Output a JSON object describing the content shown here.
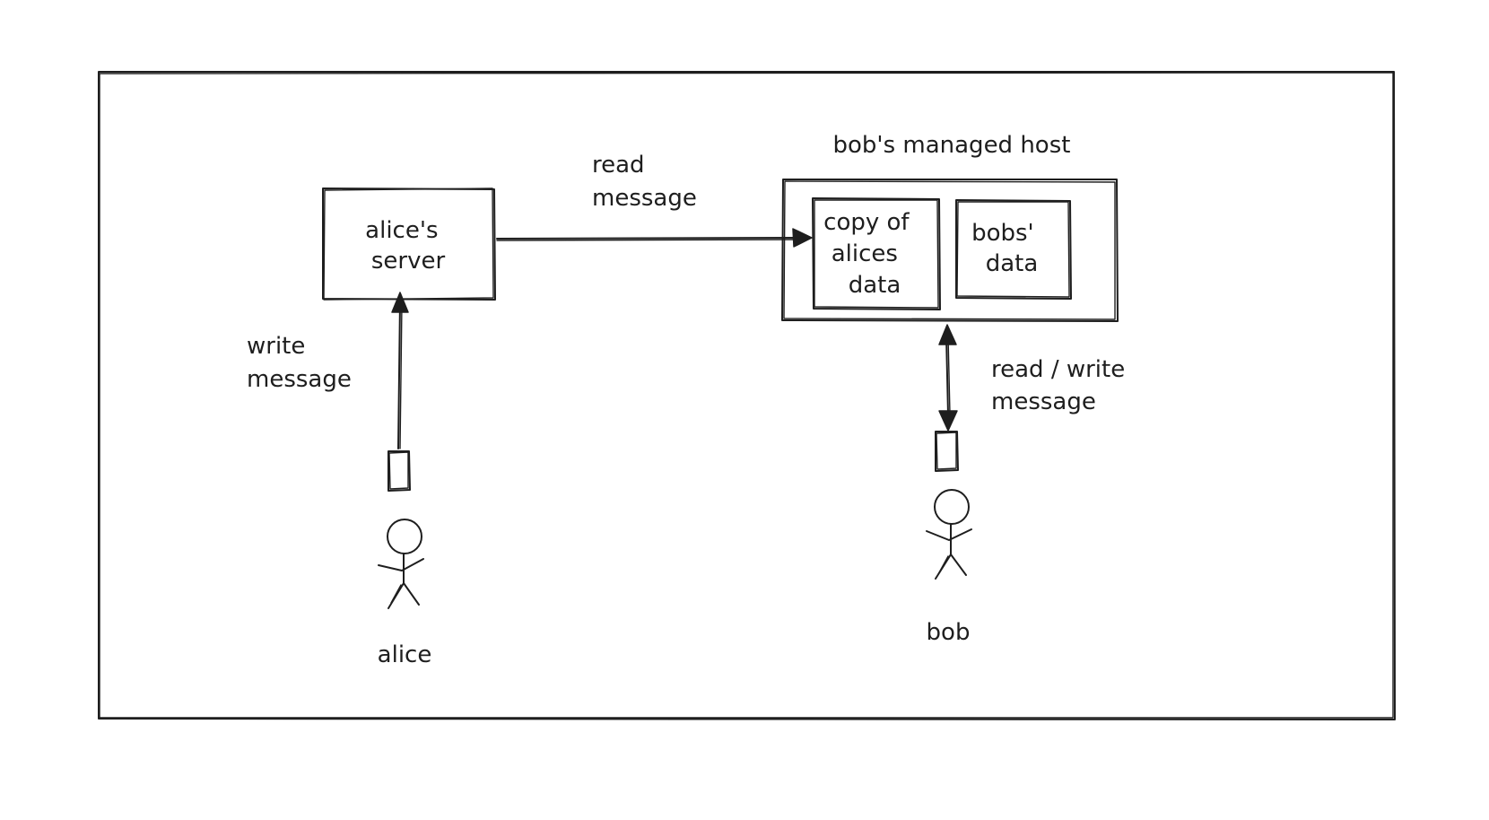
{
  "nodes": {
    "alices_server": "alice's server",
    "bobs_managed_host": "bob's managed host",
    "copy_of_alices_data": "copy of alices data",
    "bobs_data": "bobs' data"
  },
  "actors": {
    "alice": "alice",
    "bob": "bob"
  },
  "edges": {
    "read_message": "read message",
    "write_message": "write message",
    "read_write_message": "read / write message"
  }
}
